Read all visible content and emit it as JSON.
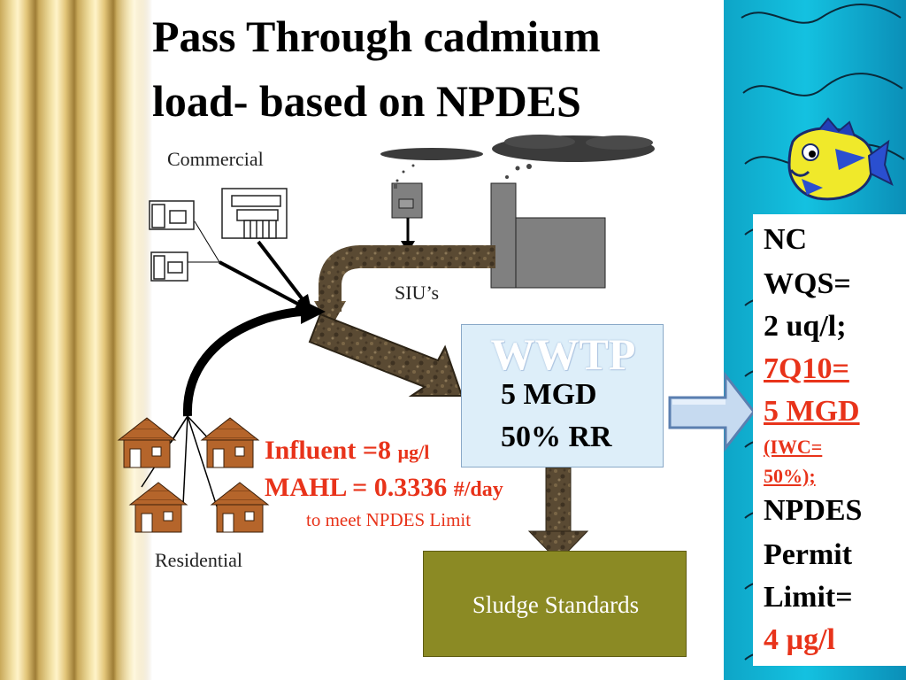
{
  "title": {
    "line1": "Pass Through cadmium",
    "line2": "load- based on NPDES"
  },
  "labels": {
    "commercial": "Commercial",
    "sius": "SIU’s",
    "residential": "Residential"
  },
  "wwtp": {
    "title": "WWTP",
    "flow": "5 MGD",
    "removal": "50% RR"
  },
  "influent": {
    "influent_text": "Influent =8 ",
    "influent_unit": "µg/l",
    "mahl_text": "MAHL = 0.3336 ",
    "mahl_unit": "#/day",
    "note": "to meet NPDES Limit"
  },
  "sludge": {
    "label": "Sludge Standards"
  },
  "info": {
    "nc": "NC",
    "wqs": "WQS=",
    "wqs_value": "2 uq/l;",
    "q10": "7Q10=",
    "q10_value": "5 MGD",
    "iwc": "(IWC=",
    "iwc_value": "50%);",
    "npdes": "NPDES",
    "permit": "Permit",
    "limit": "Limit=",
    "limit_value": "4 µg/l"
  },
  "colors": {
    "accent_red": "#e8331a",
    "pipe_brown": "#5a4a33",
    "sludge_olive": "#8b8a24",
    "wwtp_fill": "#ddeef9",
    "water_cyan": "#14c1e0",
    "factory_gray": "#808080",
    "house_brown": "#b5652b"
  }
}
